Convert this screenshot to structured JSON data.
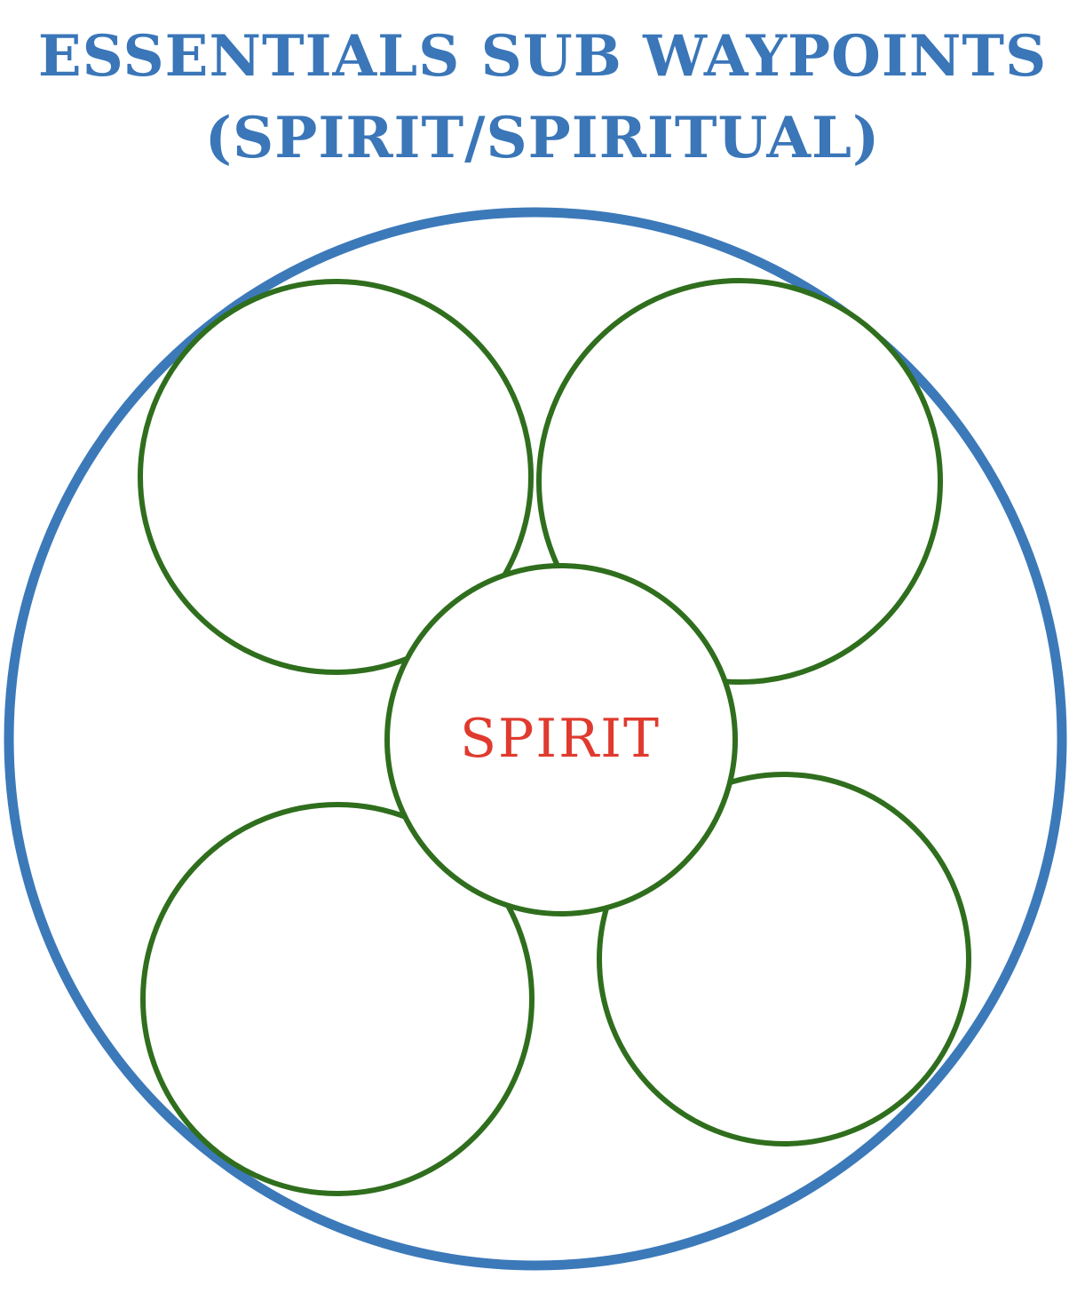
{
  "title": {
    "line1": "ESSENTIALS SUB WAYPOINTS",
    "line2": "(SPIRIT/SPIRITUAL)"
  },
  "diagram": {
    "center_label": "SPIRIT",
    "sub_waypoints": [
      "",
      "",
      "",
      ""
    ]
  },
  "colors": {
    "title": "#3a76b8",
    "outer_ring": "#3c79b9",
    "circle_stroke": "#2f6e1d",
    "center_label": "#e03a2e"
  }
}
